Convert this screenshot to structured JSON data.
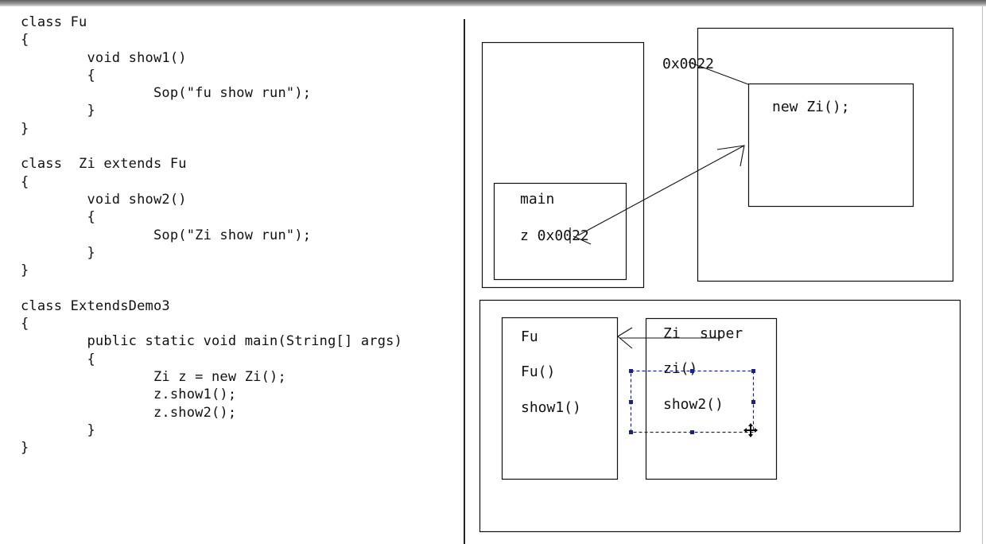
{
  "code": {
    "lines": [
      "class Fu",
      "{",
      "        void show1()",
      "        {",
      "                Sop(\"fu show run\");",
      "        }",
      "}",
      "",
      "class  Zi extends Fu",
      "{",
      "        void show2()",
      "        {",
      "                Sop(\"Zi show run\");",
      "        }",
      "}",
      "",
      "class ExtendsDemo3",
      "{",
      "        public static void main(String[] args)",
      "        {",
      "                Zi z = new Zi();",
      "                z.show1();",
      "                z.show2();",
      "        }",
      "}"
    ]
  },
  "diagram": {
    "heap_address": "0x0022",
    "heap_object": "new Zi();",
    "stack_frame": "main",
    "stack_var": "z 0x0022",
    "method_area": {
      "fu_title": "Fu",
      "fu_ctor": "Fu()",
      "fu_method": "show1()",
      "zi_title": "Zi",
      "zi_super": "super",
      "zi_ctor": "zi()",
      "zi_method": "show2()"
    }
  },
  "colors": {
    "ink": "#111111",
    "selection": "#1a237e"
  }
}
